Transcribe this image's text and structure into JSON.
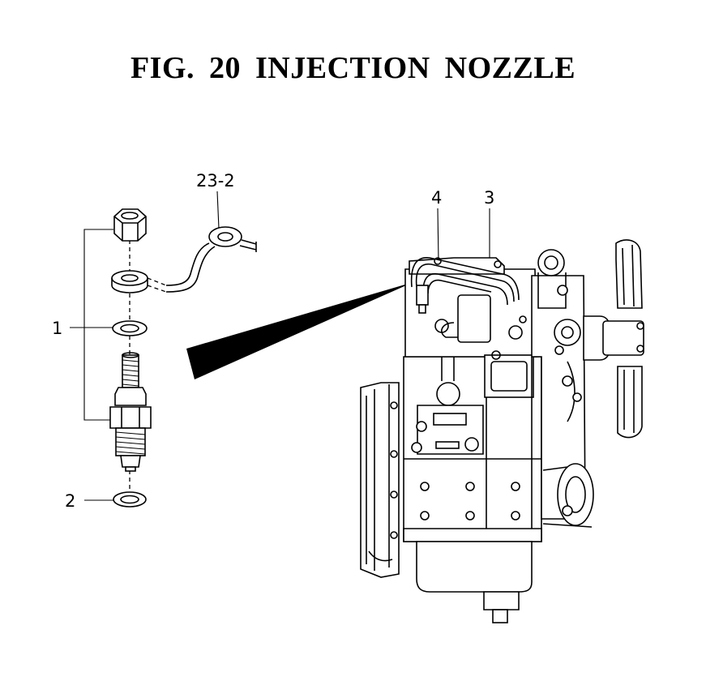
{
  "title": "FIG. 20  INJECTION NOZZLE",
  "callouts": [
    {
      "id": "c-1",
      "text": "1"
    },
    {
      "id": "c-2",
      "text": "2"
    },
    {
      "id": "c-3",
      "text": "3"
    },
    {
      "id": "c-4",
      "text": "4"
    },
    {
      "id": "c-23-2",
      "text": "23-2"
    }
  ]
}
